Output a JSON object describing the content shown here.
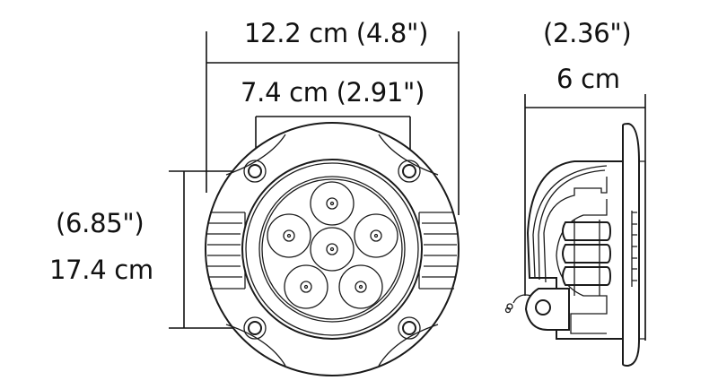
{
  "front_view": {
    "width_label": "12.2 cm (4.8\")",
    "hole_spacing_label": "7.4 cm (2.91\")",
    "height_label_in": "(6.85\")",
    "height_label_cm": "17.4 cm",
    "led_count": 6
  },
  "side_view": {
    "depth_label_in": "(2.36\")",
    "depth_label_cm": "6 cm"
  },
  "colors": {
    "line": "#111111",
    "background": "#ffffff"
  }
}
